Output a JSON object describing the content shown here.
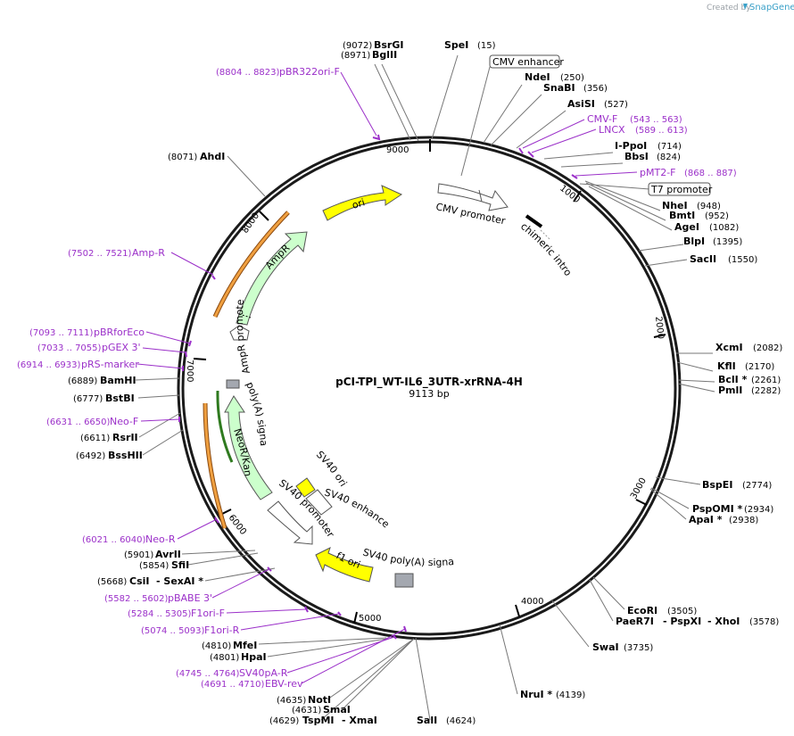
{
  "credit": {
    "prefix": "Created by",
    "brand": "SnapGene"
  },
  "plasmid": {
    "name": "pCI-TPI_WT-IL6_3UTR-xrRNA-4H",
    "size_label": "9113 bp"
  },
  "ring_ticks": [
    "9000",
    "1000",
    "2000",
    "3000",
    "4000",
    "5000",
    "6000",
    "7000",
    "8000"
  ],
  "site_labels": [
    {
      "pos": "(9072)",
      "name": "BsrGI"
    },
    {
      "pos": "(8971)",
      "name": "BglII"
    },
    {
      "name": "SpeI",
      "pos": "(15)"
    },
    {
      "name": "NdeI",
      "pos": "(250)"
    },
    {
      "name": "SnaBI",
      "pos": "(356)"
    },
    {
      "name": "AsiSI",
      "pos": "(527)"
    },
    {
      "name": "I-PpoI",
      "pos": "(714)"
    },
    {
      "name": "BbsI",
      "pos": "(824)"
    },
    {
      "name": "NheI",
      "pos": "(948)"
    },
    {
      "name": "BmtI",
      "pos": "(952)"
    },
    {
      "name": "AgeI",
      "pos": "(1082)"
    },
    {
      "name": "BlpI",
      "pos": "(1395)"
    },
    {
      "name": "SacII",
      "pos": "(1550)"
    },
    {
      "name": "XcmI",
      "pos": "(2082)"
    },
    {
      "name": "KflI",
      "pos": "(2170)"
    },
    {
      "name": "BclI *",
      "pos": "(2261)"
    },
    {
      "name": "PmlI",
      "pos": "(2282)"
    },
    {
      "name": "BspEI",
      "pos": "(2774)"
    },
    {
      "name": "PspOMI *",
      "pos": "(2934)"
    },
    {
      "name": "ApaI *",
      "pos": "(2938)"
    },
    {
      "name": "EcoRI",
      "pos": "(3505)"
    },
    {
      "name": "PaeR7I",
      "extra1": "- PspXI",
      "extra2": "- XhoI",
      "pos": "(3578)"
    },
    {
      "name": "SwaI",
      "pos": "(3735)"
    },
    {
      "name": "NruI *",
      "pos": "(4139)"
    },
    {
      "name": "SalI",
      "pos": "(4624)"
    },
    {
      "pos": "(4629)",
      "name": "TspMI",
      "extra1": "- XmaI"
    },
    {
      "pos": "(4631)",
      "name": "SmaI"
    },
    {
      "pos": "(4635)",
      "name": "NotI"
    },
    {
      "pos": "(4801)",
      "name": "HpaI"
    },
    {
      "pos": "(4810)",
      "name": "MfeI"
    },
    {
      "pos": "(5668)",
      "name": "CsiI",
      "extra1": "- SexAI *"
    },
    {
      "pos": "(5854)",
      "name": "SfiI"
    },
    {
      "pos": "(5901)",
      "name": "AvrII"
    },
    {
      "pos": "(6492)",
      "name": "BssHII"
    },
    {
      "pos": "(6611)",
      "name": "RsrII"
    },
    {
      "pos": "(6777)",
      "name": "BstBI"
    },
    {
      "pos": "(6889)",
      "name": "BamHI"
    },
    {
      "pos": "(8071)",
      "name": "AhdI"
    }
  ],
  "primer_labels": [
    {
      "range": "(8804 .. 8823)",
      "name": "pBR322ori-F"
    },
    {
      "name": "CMV-F",
      "range": "(543 .. 563)"
    },
    {
      "name": "LNCX",
      "range": "(589 .. 613)"
    },
    {
      "name": "pMT2-F",
      "range": "(868 .. 887)"
    },
    {
      "range": "(7502 .. 7521)",
      "name": "Amp-R"
    },
    {
      "range": "(7093 .. 7111)",
      "name": "pBRforEco"
    },
    {
      "range": "(7033 .. 7055)",
      "name": "pGEX 3'"
    },
    {
      "range": "(6914 .. 6933)",
      "name": "pRS-marker"
    },
    {
      "range": "(6631 .. 6650)",
      "name": "Neo-F"
    },
    {
      "range": "(6021 .. 6040)",
      "name": "Neo-R"
    },
    {
      "range": "(5582 .. 5602)",
      "name": "pBABE 3'"
    },
    {
      "range": "(5284 .. 5305)",
      "name": "F1ori-F"
    },
    {
      "range": "(5074 .. 5093)",
      "name": "F1ori-R"
    },
    {
      "range": "(4745 .. 4764)",
      "name": "SV40pA-R"
    },
    {
      "range": "(4691 .. 4710)",
      "name": "EBV-rev"
    }
  ],
  "boxed_labels": [
    "CMV enhancer",
    "T7 promoter"
  ],
  "features": {
    "ori": "ori",
    "cmv_promoter": "CMV promoter",
    "chimeric_intron": "chimeric intron",
    "ampr": "AmpR",
    "ampr_promoter": "AmpR promoter",
    "polya_signal": "poly(A) signal",
    "neor": "NeoR/KanR",
    "sv40_ori": "SV40 ori",
    "sv40_enhancer": "SV40 enhancer",
    "sv40_promoter": "SV40 promoter",
    "f1_ori": "f1 ori",
    "sv40_polya": "SV40 poly(A) signal"
  },
  "colors": {
    "primer": "#9b30c9",
    "ori": "#ffff00",
    "resistance": "#ccffcc",
    "promoter": "#ffffff",
    "polyA": "#a4a8b0",
    "orf": "#f0a040",
    "orf_line": "#8b4a10"
  }
}
